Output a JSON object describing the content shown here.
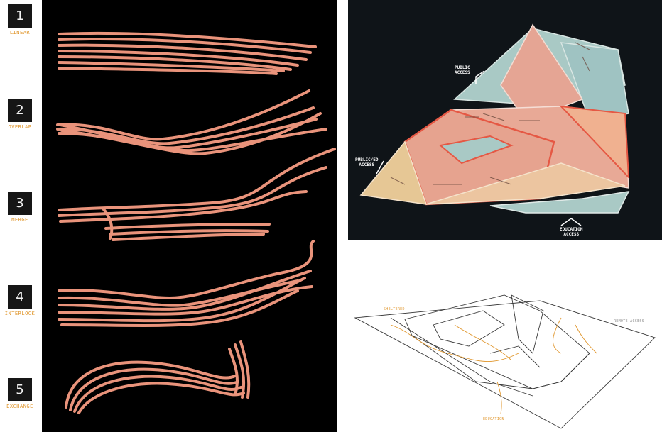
{
  "steps": [
    {
      "number": "1",
      "label": "LINEAR"
    },
    {
      "number": "2",
      "label": "OVERLAP"
    },
    {
      "number": "3",
      "label": "MERGE"
    },
    {
      "number": "4",
      "label": "INTERLOCK"
    },
    {
      "number": "5",
      "label": "EXCHANGE"
    }
  ],
  "photo": {
    "public_access": "PUBLIC\nACCESS",
    "public_ed_access": "PUBLIC/ED\nACCESS",
    "education_access": "EDUCATION\nACCESS"
  },
  "sketch": {
    "label_left": "SHELTERED",
    "label_right": "REMOTE ACCESS",
    "label_bottom": "EDUCATION"
  },
  "colors": {
    "accent_orange": "#e0962c",
    "strip_pink": "#e9937b",
    "badge": "#161616",
    "dark_bg": "#000000"
  }
}
